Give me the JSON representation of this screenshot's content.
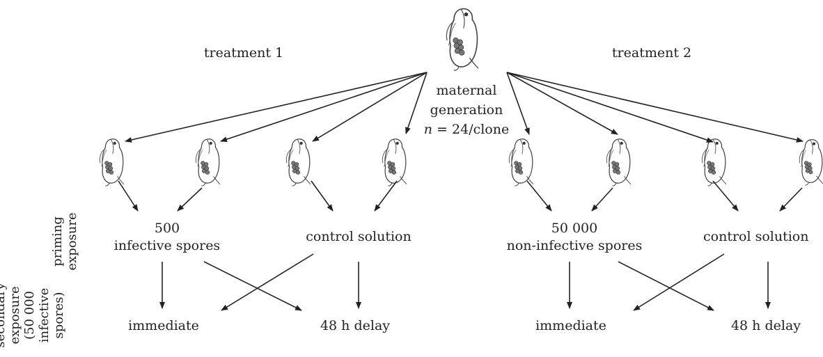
{
  "treatments": [
    {
      "label": "treatment 1"
    },
    {
      "label": "treatment 2"
    }
  ],
  "maternal": {
    "line1": "maternal",
    "line2": "generation",
    "n_var": "n",
    "n_rest": " = 24/clone"
  },
  "priming": {
    "label_line1": "priming",
    "label_line2": "exposure",
    "groups": [
      {
        "line1": "500",
        "line2": "infective spores"
      },
      {
        "line1": "control solution",
        "line2": ""
      },
      {
        "line1": "50 000",
        "line2": "non-infective spores"
      },
      {
        "line1": "control solution",
        "line2": ""
      }
    ]
  },
  "secondary": {
    "label_lines": [
      "secondary",
      "exposure",
      "(50 000",
      "infective",
      "spores)"
    ],
    "outcomes": [
      {
        "label": "immediate"
      },
      {
        "label": "48 h delay"
      },
      {
        "label": "immediate"
      },
      {
        "label": "48 h delay"
      }
    ]
  }
}
